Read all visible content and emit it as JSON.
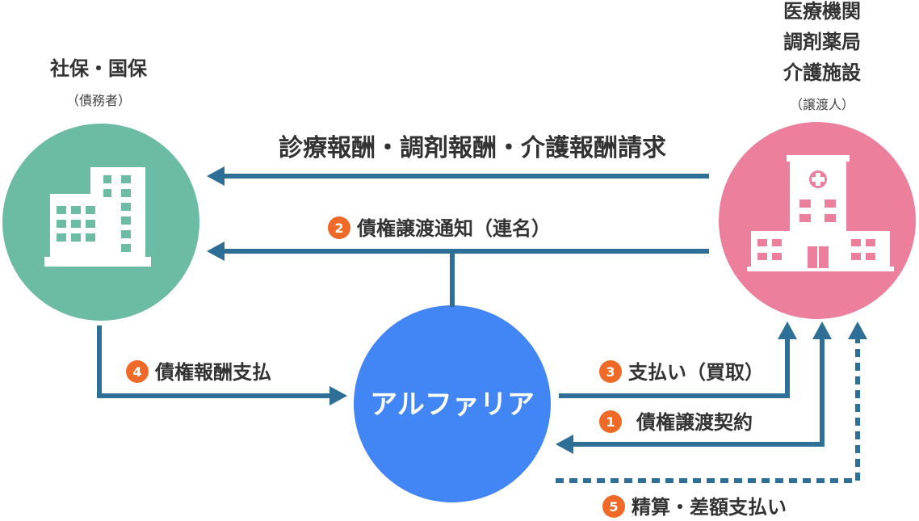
{
  "insurer": {
    "name": "社保・国保",
    "role": "（債務者）"
  },
  "provider": {
    "lines": [
      "医療機関",
      "調剤薬局",
      "介護施設"
    ],
    "role": "（譲渡人）"
  },
  "center": {
    "name": "アルファリア"
  },
  "flows": {
    "claim": "診療報酬・調剤報酬・介護報酬請求",
    "step1": {
      "num": "1",
      "label": "債権譲渡契約"
    },
    "step2": {
      "num": "2",
      "label": "債権譲渡通知（連名）"
    },
    "step3": {
      "num": "3",
      "label": "支払い（買取）"
    },
    "step4": {
      "num": "4",
      "label": "債権報酬支払"
    },
    "step5": {
      "num": "5",
      "label": "精算・差額支払い"
    }
  },
  "colors": {
    "insurer_circle": "#6cbba4",
    "provider_circle": "#eb7f9c",
    "center_circle": "#4285f4",
    "arrow": "#2d6f96",
    "step_badge": "#ee6a26",
    "text": "#333333"
  }
}
